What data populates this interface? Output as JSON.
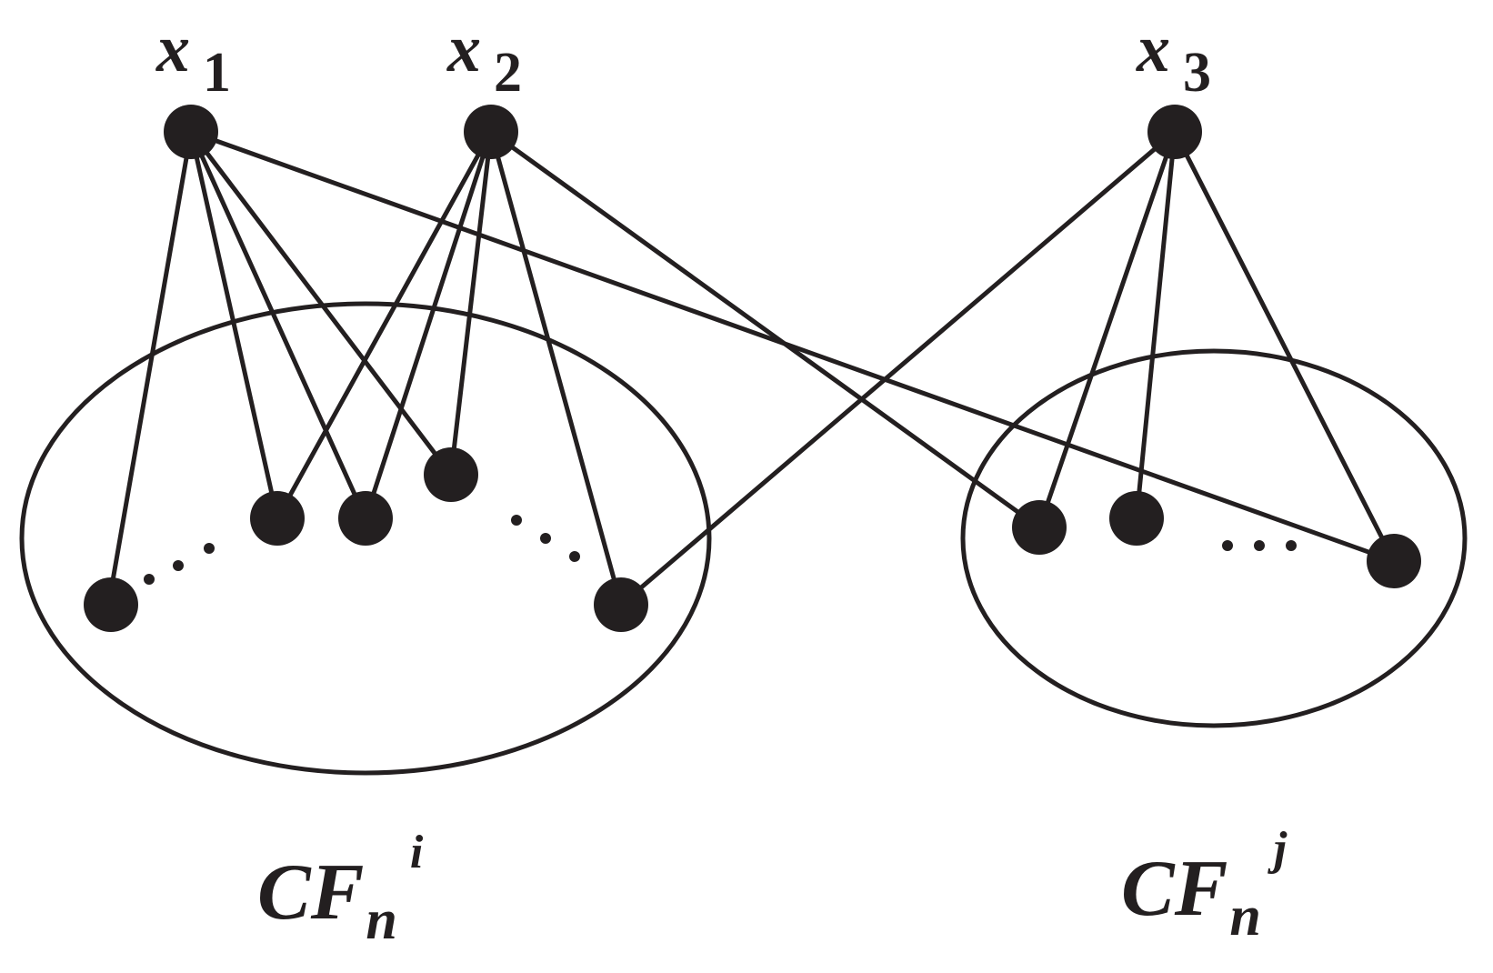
{
  "vertices": {
    "x1": {
      "label": "x",
      "subscript": "1"
    },
    "x2": {
      "label": "x",
      "subscript": "2"
    },
    "x3": {
      "label": "x",
      "subscript": "3"
    }
  },
  "groups": {
    "left": {
      "label": "CF",
      "subscript": "n",
      "superscript": "i"
    },
    "right": {
      "label": "CF",
      "subscript": "n",
      "superscript": "j"
    }
  },
  "colors": {
    "ink": "#231f20",
    "background": "#ffffff"
  }
}
